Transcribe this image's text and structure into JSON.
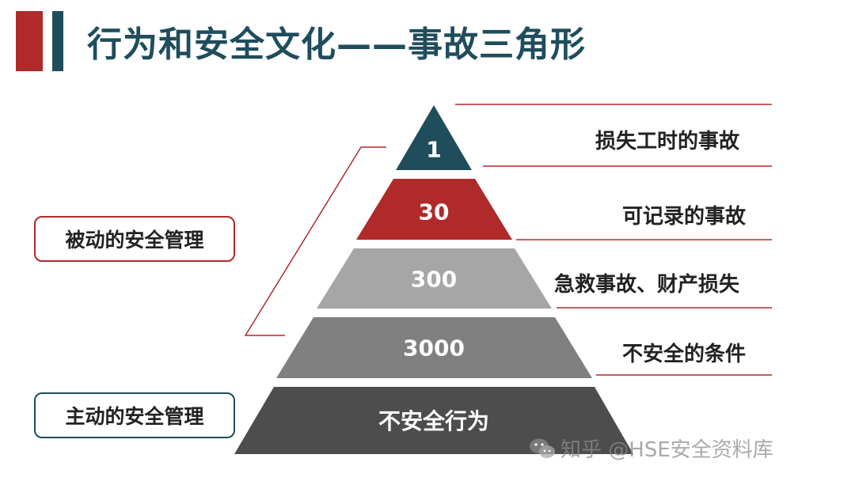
{
  "header": {
    "title": "行为和安全文化——事故三角形",
    "accent_red": "#b02a2a",
    "accent_teal": "#1f4d5c"
  },
  "pyramid": {
    "layers": [
      {
        "value": "1",
        "color": "#1f4d5c"
      },
      {
        "value": "30",
        "color": "#b02a2a"
      },
      {
        "value": "300",
        "color": "#a6a6a6"
      },
      {
        "value": "3000",
        "color": "#808080"
      },
      {
        "value": "不安全行为",
        "color": "#4d4d4d"
      }
    ],
    "labels": [
      "损失工时的事故",
      "可记录的事故",
      "急救事故、财产损失",
      "不安全的条件"
    ]
  },
  "management": {
    "passive": "被动的安全管理",
    "active": "主动的安全管理"
  },
  "watermark": {
    "text": "知乎 @HSE安全资料库",
    "icon": "wechat-icon"
  }
}
